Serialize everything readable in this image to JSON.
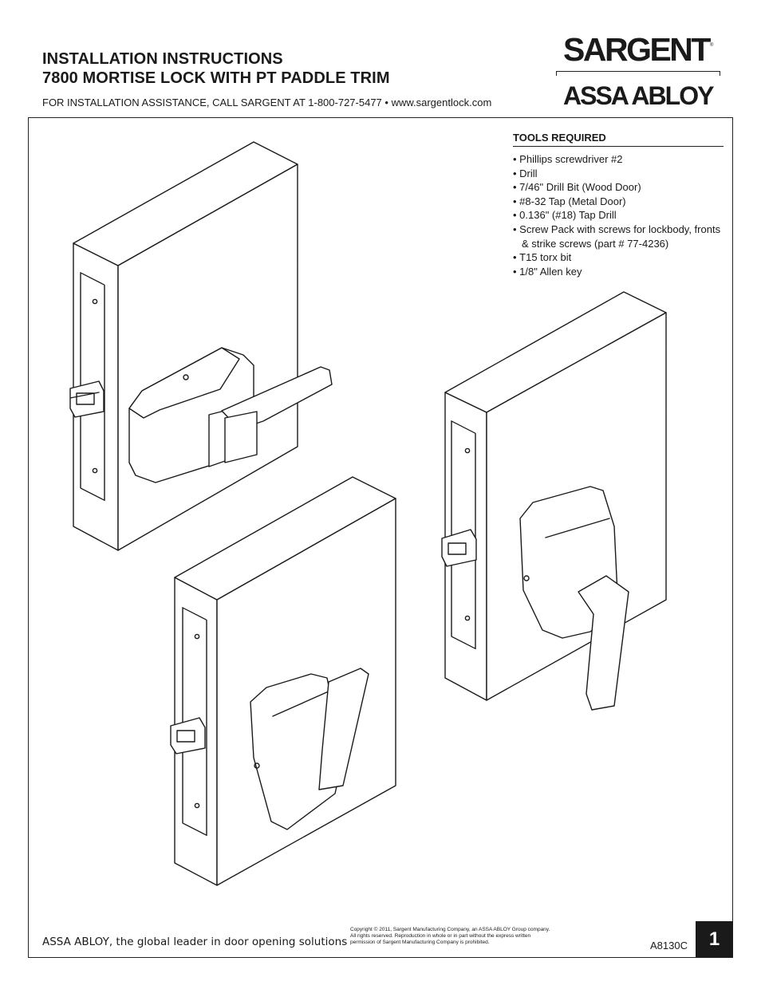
{
  "header": {
    "title_line1": "INSTALLATION INSTRUCTIONS",
    "title_line2": "7800 MORTISE LOCK WITH PT PADDLE TRIM",
    "assistance": "FOR INSTALLATION ASSISTANCE, CALL SARGENT AT 1-800-727-5477 • www.sargentlock.com"
  },
  "logo": {
    "brand": "SARGENT",
    "registered": "®",
    "parent": "ASSA ABLOY"
  },
  "tools": {
    "title": "TOOLS REQUIRED",
    "items": [
      "Phillips screwdriver #2",
      "Drill",
      "7/46\" Drill Bit (Wood Door)",
      "#8-32 Tap (Metal Door)",
      "0.136\" (#18) Tap Drill",
      "Screw Pack with screws for lockbody, fronts & strike screws (part # 77-4236)",
      "T15 torx bit",
      "1/8\" Allen key"
    ]
  },
  "footer": {
    "tagline": "ASSA ABLOY, the global leader in door opening solutions",
    "copyright_line1": "Copyright © 2011, Sargent Manufacturing Company, an ASSA ABLOY Group company.",
    "copyright_line2": "All rights reserved. Reproduction in whole or in part without the express written",
    "copyright_line3": "permission of Sargent Manufacturing Company is prohibited.",
    "doc_number": "A8130C",
    "page_number": "1"
  },
  "colors": {
    "ink": "#1a1a1a",
    "paper": "#ffffff"
  }
}
